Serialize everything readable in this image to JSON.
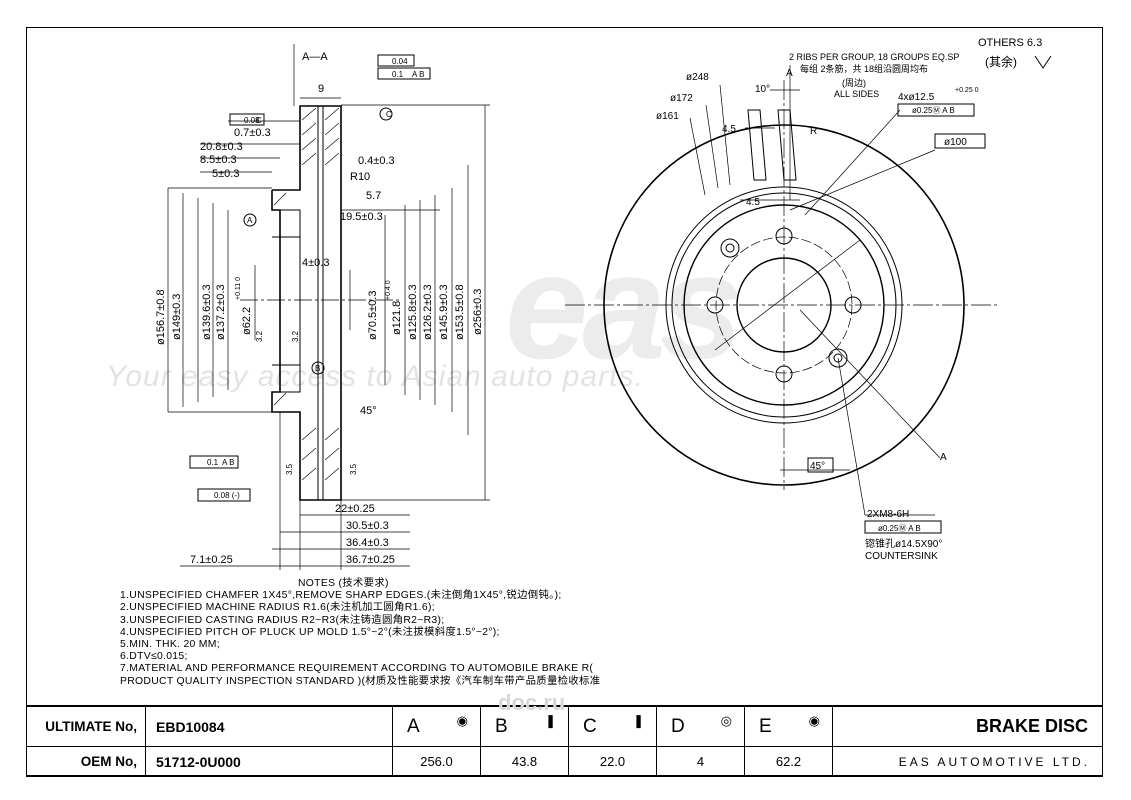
{
  "watermark": {
    "logo": "eas",
    "tagline": "Your easy access to Asian auto parts."
  },
  "corner": {
    "others": "OTHERS 6.3",
    "others_cn": "(其余)"
  },
  "section": {
    "label": "A—A"
  },
  "dims_left": {
    "flat_box": "0.04",
    "runout_box": "0.1",
    "runout_ref": "A B",
    "parallel_box": "0.08",
    "parallel_ref": "C",
    "d9": "9",
    "d07": "0.7±0.3",
    "d208": "20.8±0.3",
    "d85": "8.5±0.3",
    "d5": "5±0.3",
    "d04": "0.4±0.3",
    "r10": "R10",
    "d57": "5.7",
    "d195": "19.5±0.3",
    "d4": "4±0.3",
    "d1567": "ø156.7±0.8",
    "d149": "ø149±0.3",
    "d1396": "ø139.6±0.3",
    "d1372": "ø137.2±0.3",
    "d622": "ø62.2",
    "d622tol": "+0.11 0",
    "d705": "ø70.5±0.3",
    "d1218": "ø121.8",
    "d1218tol": "+0.4 0",
    "d1258": "ø125.8±0.3",
    "d1262": "ø126.2±0.3",
    "d1459": "ø145.9±0.3",
    "d1535": "ø153.5±0.8",
    "d256": "ø256±0.3",
    "d32a": "3.2",
    "d32b": "3.2",
    "ang45": "45°",
    "runout2_box": "0.1",
    "runout2_ref": "A B",
    "flat2_box": "0.08 (-)",
    "d35a": "3.5",
    "d35b": "3.5",
    "d22": "22±0.25",
    "d305": "30.5±0.3",
    "d364": "36.4±0.3",
    "d71": "7.1±0.25",
    "d367": "36.7±0.25",
    "datum_a": "A",
    "datum_b": "B",
    "datum_c": "C"
  },
  "dims_right": {
    "ribs": "2 RIBS PER GROUP, 18 GROUPS EQ.SP",
    "ribs_cn": "每组 2条筋，共 18组沿圆周均布",
    "edge_cn": "(周边)",
    "all_sides": "ALL SIDES",
    "d248": "ø248",
    "d172": "ø172",
    "d161": "ø161",
    "ang10": "10°",
    "d45a": "4.5",
    "d45b": "4.5",
    "r": "R",
    "holes": "4xø12.5",
    "holes_tol": "+0.25 0",
    "pos1": "ø0.25Ⓜ A B",
    "d100": "ø100",
    "sec_a_top": "A",
    "sec_a_bot": "A",
    "ang45": "45°",
    "thread": "2XM8-6H",
    "pos2": "ø0.25Ⓜ A B",
    "countersink_cn": "锪锥孔ø14.5X90°",
    "countersink": "COUNTERSINK"
  },
  "notes": {
    "heading": "NOTES (技术要求)",
    "lines": [
      "1.UNSPECIFIED  CHAMFER  1X45°,REMOVE  SHARP  EDGES.(未注倒角1X45°,锐边倒钝。);",
      "2.UNSPECIFIED  MACHINE  RADIUS  R1.6(未注机加工圆角R1.6);",
      "3.UNSPECIFIED  CASTING  RADIUS  R2~R3(未注铸造圆角R2~R3);",
      "4.UNSPECIFIED  PITCH  OF  PLUCK  UP  MOLD  1.5°~2°(未注拔模斜度1.5°~2°);",
      "5.MIN.  THK.  20  MM;",
      "6.DTV≤0.015;",
      "7.MATERIAL  AND  PERFORMANCE  REQUIREMENT  ACCORDING  TO  AUTOMOBILE  BRAKE  R(",
      "   PRODUCT  QUALITY  INSPECTION  STANDARD  )(材质及性能要求按《汽车制车带产品质量检收标准"
    ]
  },
  "title_block": {
    "ultimate_label": "ULTIMATE No,",
    "ultimate_value": "EBD10084",
    "oem_label": "OEM No,",
    "oem_value": "51712-0U000",
    "columns": [
      {
        "letter": "A",
        "value": "256.0"
      },
      {
        "letter": "B",
        "value": "43.8"
      },
      {
        "letter": "C",
        "value": "22.0"
      },
      {
        "letter": "D",
        "value": "4"
      },
      {
        "letter": "E",
        "value": "62.2"
      }
    ],
    "title": "BRAKE DISC",
    "company": "EAS AUTOMOTIVE LTD.",
    "site_watermark": "doc.ru"
  }
}
